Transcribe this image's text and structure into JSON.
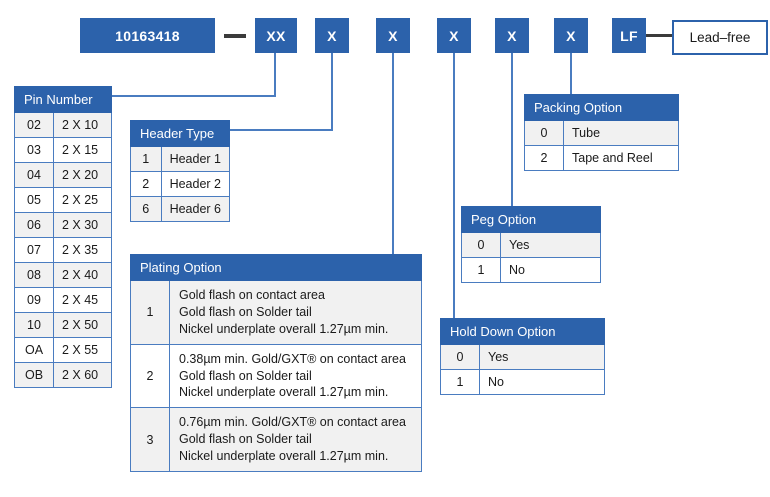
{
  "part_number": {
    "base": "10163418",
    "separator": "—",
    "segments": [
      {
        "label": "XX",
        "name": "pin-number"
      },
      {
        "label": "X",
        "name": "header-type"
      },
      {
        "label": "X",
        "name": "plating-option"
      },
      {
        "label": "X",
        "name": "hold-down-option"
      },
      {
        "label": "X",
        "name": "peg-option"
      },
      {
        "label": "X",
        "name": "packing-option"
      },
      {
        "label": "LF",
        "name": "lead-free"
      }
    ],
    "lead_free_label": "Lead–free"
  },
  "tables": {
    "pin_number": {
      "title": "Pin Number",
      "rows": [
        {
          "code": "02",
          "value": "2 X 10"
        },
        {
          "code": "03",
          "value": "2 X 15"
        },
        {
          "code": "04",
          "value": "2 X 20"
        },
        {
          "code": "05",
          "value": "2 X 25"
        },
        {
          "code": "06",
          "value": "2 X 30"
        },
        {
          "code": "07",
          "value": "2 X 35"
        },
        {
          "code": "08",
          "value": "2 X 40"
        },
        {
          "code": "09",
          "value": "2 X 45"
        },
        {
          "code": "10",
          "value": "2 X 50"
        },
        {
          "code": "OA",
          "value": "2 X 55"
        },
        {
          "code": "OB",
          "value": "2 X 60"
        }
      ]
    },
    "header_type": {
      "title": "Header Type",
      "rows": [
        {
          "code": "1",
          "value": "Header 1"
        },
        {
          "code": "2",
          "value": "Header 2"
        },
        {
          "code": "6",
          "value": "Header 6"
        }
      ]
    },
    "plating_option": {
      "title": "Plating Option",
      "rows": [
        {
          "code": "1",
          "line1": "Gold flash on contact area",
          "line2": "Gold flash on Solder tail",
          "line3": "Nickel underplate overall 1.27µm min."
        },
        {
          "code": "2",
          "line1": "0.38µm min. Gold/GXT® on contact area",
          "line2": "Gold flash on Solder tail",
          "line3": "Nickel underplate overall 1.27µm min."
        },
        {
          "code": "3",
          "line1": "0.76µm min. Gold/GXT® on contact area",
          "line2": "Gold flash on Solder tail",
          "line3": "Nickel underplate overall 1.27µm min."
        }
      ]
    },
    "hold_down_option": {
      "title": "Hold Down Option",
      "rows": [
        {
          "code": "0",
          "value": "Yes"
        },
        {
          "code": "1",
          "value": "No"
        }
      ]
    },
    "peg_option": {
      "title": "Peg Option",
      "rows": [
        {
          "code": "0",
          "value": "Yes"
        },
        {
          "code": "1",
          "value": "No"
        }
      ]
    },
    "packing_option": {
      "title": "Packing Option",
      "rows": [
        {
          "code": "0",
          "value": "Tube"
        },
        {
          "code": "2",
          "value": "Tape and Reel"
        }
      ]
    }
  },
  "colors": {
    "brand_blue": "#2c62ab",
    "line_blue": "#4a7cc0",
    "row_alt": "#f1f1f1",
    "dash": "#3b3b3b"
  }
}
